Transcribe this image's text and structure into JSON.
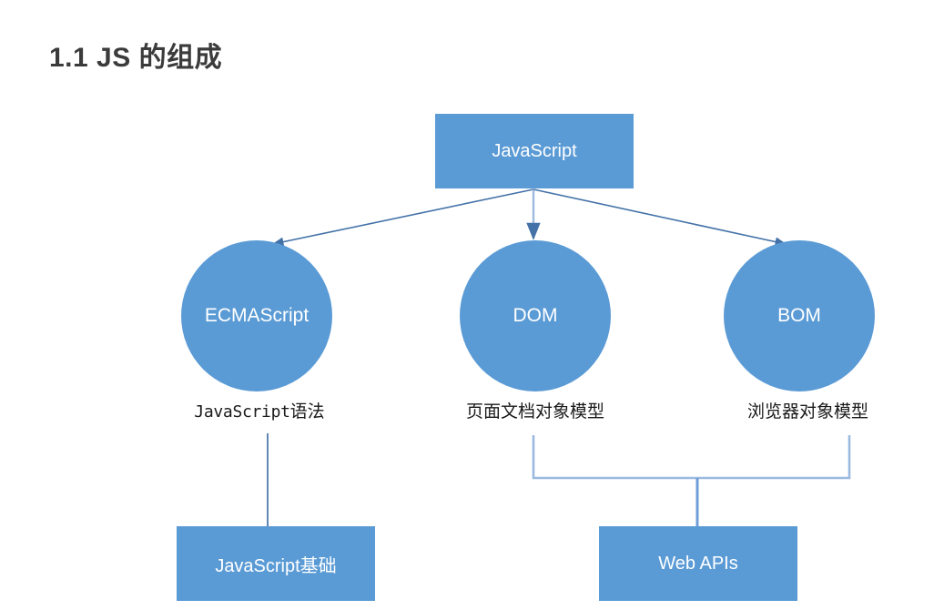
{
  "page": {
    "title": "1.1 JS 的组成",
    "background_color": "#ffffff",
    "accent_color": "#5b9bd5",
    "connector_color": "#4472a8",
    "bracket_color": "#9cb9e0",
    "text_color": "#333333"
  },
  "diagram": {
    "type": "tree",
    "root": {
      "id": "javascript",
      "label": "JavaScript",
      "shape": "rectangle"
    },
    "branches": [
      {
        "id": "ecmascript",
        "label": "ECMAScript",
        "shape": "circle",
        "caption_mono": "JavaScript",
        "caption_cjk": "语法",
        "caption_full": "JavaScript语法"
      },
      {
        "id": "dom",
        "label": "DOM",
        "shape": "circle",
        "caption_full": "页面文档对象模型"
      },
      {
        "id": "bom",
        "label": "BOM",
        "shape": "circle",
        "caption_full": "浏览器对象模型"
      }
    ],
    "leaves": [
      {
        "id": "js-basics",
        "label": "JavaScript基础",
        "shape": "rectangle",
        "parents": [
          "ecmascript"
        ]
      },
      {
        "id": "web-apis",
        "label": "Web APIs",
        "shape": "rectangle",
        "parents": [
          "dom",
          "bom"
        ]
      }
    ]
  }
}
